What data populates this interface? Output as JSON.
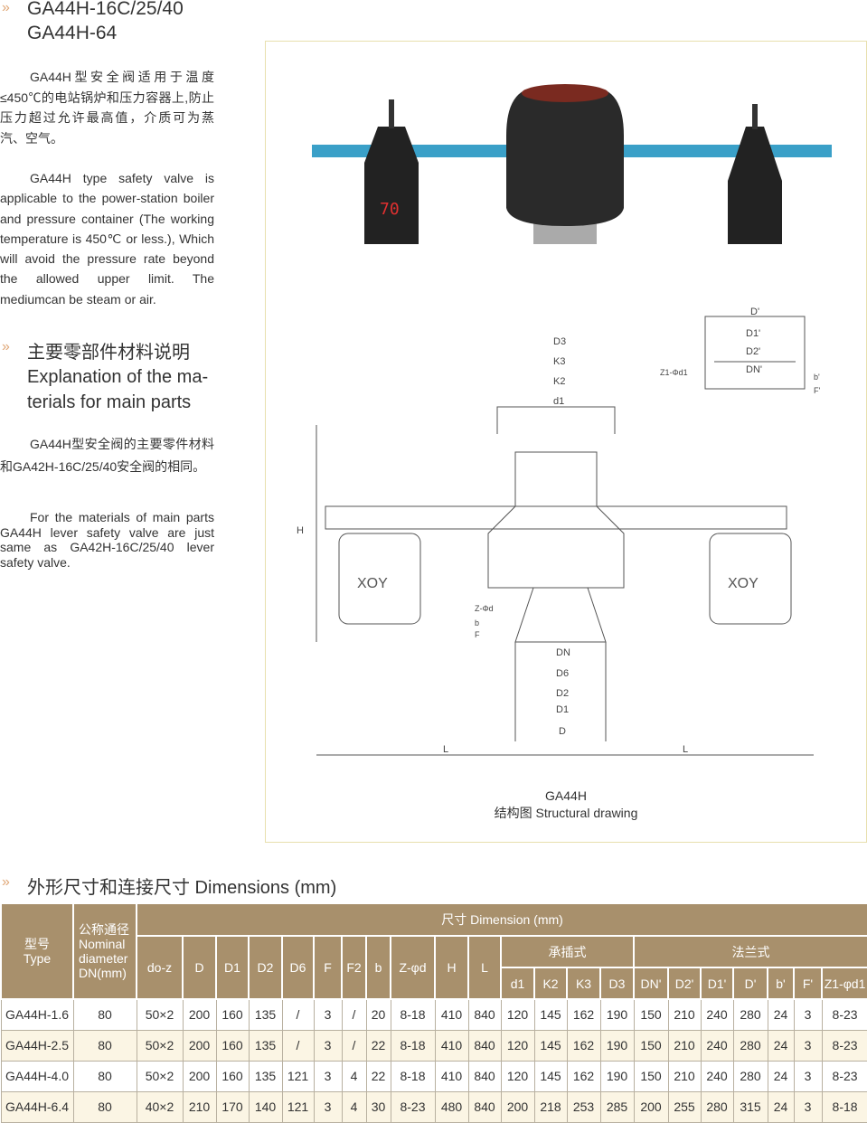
{
  "header": {
    "model_line1": "GA44H-16C/25/40",
    "model_line2": "GA44H-64"
  },
  "intro": {
    "cn": "GA44H型安全阀适用于温度≤450℃的电站锅炉和压力容器上,防止压力超过允许最高值，介质可为蒸汽、空气。",
    "en": "GA44H type safety valve is applicable to the power-station boiler and pressure container (The working temperature is 450℃ or less.), Which will avoid the pressure rate beyond the allowed upper limit. The mediumcan be steam or air."
  },
  "materials": {
    "title_cn": "主要零部件材料说明",
    "title_en_1": "Explanation of the ma-",
    "title_en_2": "terials for main parts",
    "cn": "GA44H型安全阀的主要零件材料和GA42H-16C/25/40安全阀的相同。",
    "en": "For the materials of main parts GA44H lever safety valve are just same as GA42H-16C/25/40 lever safety valve."
  },
  "figure": {
    "weight_label": "70",
    "caption_1": "GA44H",
    "caption_2": "结构图 Structural drawing",
    "weight_mark": "XOY",
    "dims": [
      "D3",
      "K3",
      "K2",
      "d1",
      "H",
      "DN",
      "D6",
      "D2",
      "D1",
      "D",
      "L",
      "L",
      "D'",
      "D1'",
      "D2'",
      "DN'",
      "Z1-Φd1",
      "Z-Φd",
      "b",
      "F",
      "b'",
      "F'"
    ]
  },
  "dimensions": {
    "title": "外形尺寸和连接尺寸 Dimensions (mm)",
    "head": {
      "type": "型号",
      "type_en": "Type",
      "dn_cn": "公称通径",
      "dn_en": "Nominal diameter DN(mm)",
      "group": "尺寸 Dimension (mm)",
      "socket": "承插式",
      "flange": "法兰式"
    },
    "columns": [
      "do-z",
      "D",
      "D1",
      "D2",
      "D6",
      "F",
      "F2",
      "b",
      "Z-φd",
      "H",
      "L",
      "d1",
      "K2",
      "K3",
      "D3",
      "DN'",
      "D2'",
      "D1'",
      "D'",
      "b'",
      "F'",
      "Z1-φd1"
    ],
    "rows": [
      [
        "GA44H-1.6",
        "80",
        "50×2",
        "200",
        "160",
        "135",
        "/",
        "3",
        "/",
        "20",
        "8-18",
        "410",
        "840",
        "120",
        "145",
        "162",
        "190",
        "150",
        "210",
        "240",
        "280",
        "24",
        "3",
        "8-23"
      ],
      [
        "GA44H-2.5",
        "80",
        "50×2",
        "200",
        "160",
        "135",
        "/",
        "3",
        "/",
        "22",
        "8-18",
        "410",
        "840",
        "120",
        "145",
        "162",
        "190",
        "150",
        "210",
        "240",
        "280",
        "24",
        "3",
        "8-23"
      ],
      [
        "GA44H-4.0",
        "80",
        "50×2",
        "200",
        "160",
        "135",
        "121",
        "3",
        "4",
        "22",
        "8-18",
        "410",
        "840",
        "120",
        "145",
        "162",
        "190",
        "150",
        "210",
        "240",
        "280",
        "24",
        "3",
        "8-23"
      ],
      [
        "GA44H-6.4",
        "80",
        "40×2",
        "210",
        "170",
        "140",
        "121",
        "3",
        "4",
        "30",
        "8-23",
        "480",
        "840",
        "200",
        "218",
        "253",
        "285",
        "200",
        "255",
        "280",
        "315",
        "24",
        "3",
        "8-18"
      ]
    ]
  },
  "colors": {
    "header_bg": "#a8906c",
    "alt_row": "#fbf5e4",
    "lever": "#3aa0c8",
    "body": "#2a2a2a"
  }
}
